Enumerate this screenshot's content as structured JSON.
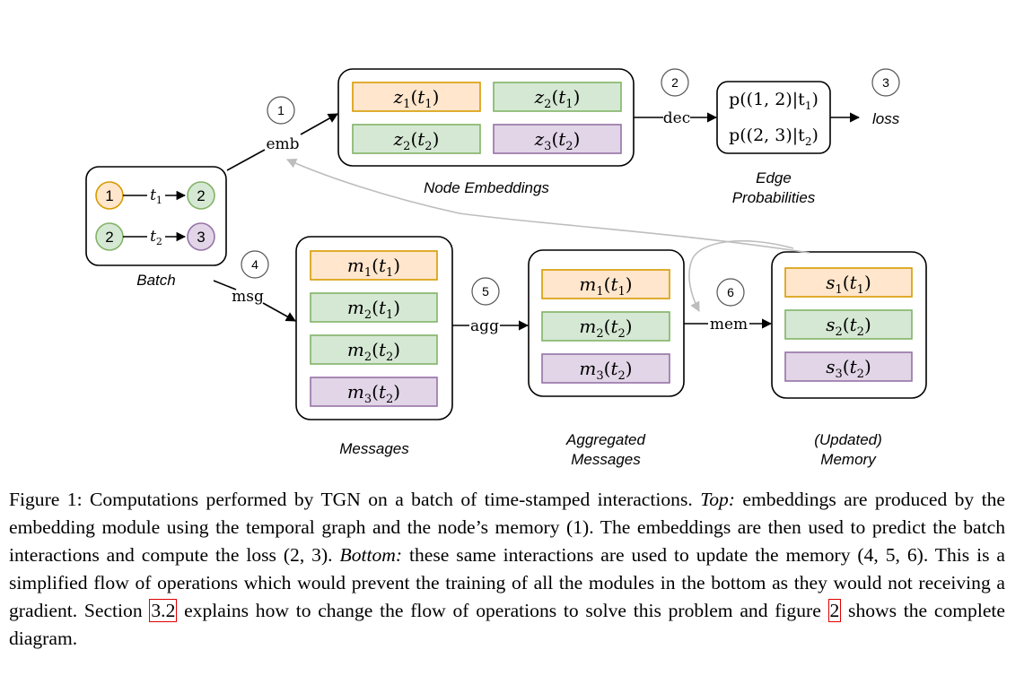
{
  "batch": {
    "label": "Batch",
    "edges": [
      {
        "from": "1",
        "to": "2",
        "label": "t",
        "sub": "1",
        "from_color": "orange",
        "to_color": "green"
      },
      {
        "from": "2",
        "to": "3",
        "label": "t",
        "sub": "2",
        "from_color": "green",
        "to_color": "purple"
      }
    ]
  },
  "steps": [
    {
      "num": "1",
      "label": "emb"
    },
    {
      "num": "2",
      "label": "dec"
    },
    {
      "num": "3",
      "label": "loss"
    },
    {
      "num": "4",
      "label": "msg"
    },
    {
      "num": "5",
      "label": "agg"
    },
    {
      "num": "6",
      "label": "mem"
    }
  ],
  "node_embeddings": {
    "label": "Node Embeddings",
    "cells": [
      {
        "v": "z",
        "s": "1",
        "t": "1",
        "color": "orange"
      },
      {
        "v": "z",
        "s": "2",
        "t": "1",
        "color": "green"
      },
      {
        "v": "z",
        "s": "2",
        "t": "2",
        "color": "green"
      },
      {
        "v": "z",
        "s": "3",
        "t": "2",
        "color": "purple"
      }
    ]
  },
  "edge_probabilities": {
    "label_line1": "Edge",
    "label_line2": "Probabilities",
    "rows": [
      {
        "p": "p((1, 2)|t",
        "s": "1",
        "close": ")"
      },
      {
        "p": "p((2, 3)|t",
        "s": "2",
        "close": ")"
      }
    ]
  },
  "messages": {
    "label": "Messages",
    "cells": [
      {
        "v": "m",
        "s": "1",
        "t": "1",
        "color": "orange"
      },
      {
        "v": "m",
        "s": "2",
        "t": "1",
        "color": "green"
      },
      {
        "v": "m",
        "s": "2",
        "t": "2",
        "color": "green"
      },
      {
        "v": "m",
        "s": "3",
        "t": "2",
        "color": "purple"
      }
    ]
  },
  "aggregated": {
    "label_line1": "Aggregated",
    "label_line2": "Messages",
    "cells": [
      {
        "v": "m",
        "s": "1",
        "t": "1",
        "color": "orange"
      },
      {
        "v": "m",
        "s": "2",
        "t": "2",
        "color": "green"
      },
      {
        "v": "m",
        "s": "3",
        "t": "2",
        "color": "purple"
      }
    ]
  },
  "memory": {
    "label_line1": "(Updated)",
    "label_line2": "Memory",
    "cells": [
      {
        "v": "s",
        "s": "1",
        "t": "1",
        "color": "orange"
      },
      {
        "v": "s",
        "s": "2",
        "t": "2",
        "color": "green"
      },
      {
        "v": "s",
        "s": "3",
        "t": "2",
        "color": "purple"
      }
    ]
  },
  "colors": {
    "orange_fill": "#ffe6cc",
    "orange_stroke": "#d79b00",
    "green_fill": "#d5e8d4",
    "green_stroke": "#82b366",
    "purple_fill": "#e1d5e7",
    "purple_stroke": "#9673a6",
    "gray_arrow": "#bdbdbd",
    "ref_box": "#e00000"
  },
  "caption": {
    "part1": "Figure 1: Computations performed by TGN on a batch of time-stamped interactions. ",
    "top": "Top:",
    "part2": " embeddings are produced by the embedding module using the temporal graph and the node’s memory (1). The embeddings are then used to predict the batch interactions and compute the loss (2, 3). ",
    "bottom": "Bottom:",
    "part3": " these same interactions are used to update the memory (4, 5, 6). This is a simplified flow of operations which would prevent the training of all the modules in the bottom as they would not receiving a gradient. Section ",
    "ref1": "3.2",
    "part4": " explains how to change the flow of operations to solve this problem and figure ",
    "ref2": "2",
    "part5": " shows the complete diagram."
  }
}
